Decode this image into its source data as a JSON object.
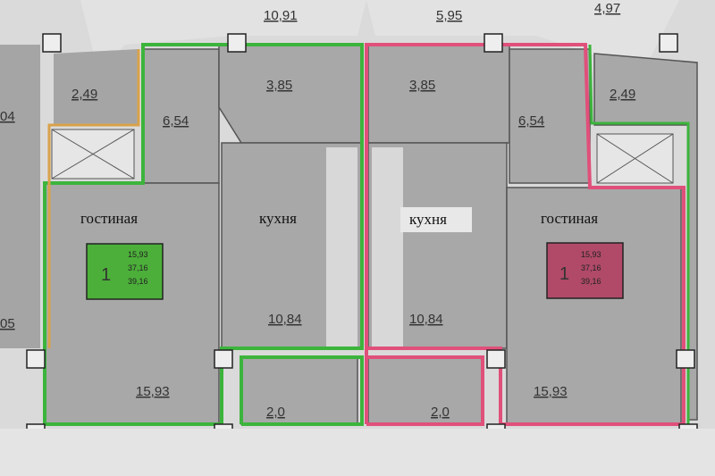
{
  "corridor": {
    "areas": [
      "10,91",
      "5,95",
      "4,97"
    ]
  },
  "left_edge": {
    "areas": [
      "2,49",
      "04",
      "05"
    ]
  },
  "apartment_left": {
    "color": "#3cb43c",
    "bathroom": "3,85",
    "hall": "6,54",
    "hall_corridor": "2,49",
    "kitchen_label": "кухня",
    "kitchen": "10,84",
    "living_label": "гостиная",
    "living": "15,93",
    "balcony": "2,0",
    "badge": {
      "rooms": "1",
      "line1": "15,93",
      "line2": "37,16",
      "line3": "39,16",
      "color": "#4caf3a"
    }
  },
  "apartment_right": {
    "color": "#e0507a",
    "bathroom": "3,85",
    "hall": "6,54",
    "hall_corridor": "2,49",
    "kitchen_label": "кухня",
    "kitchen": "10,84",
    "living_label": "гостиная",
    "living": "15,93",
    "balcony": "2,0",
    "badge": {
      "rooms": "1",
      "line1": "15,93",
      "line2": "37,16",
      "line3": "39,16",
      "color": "#b04a68"
    }
  }
}
